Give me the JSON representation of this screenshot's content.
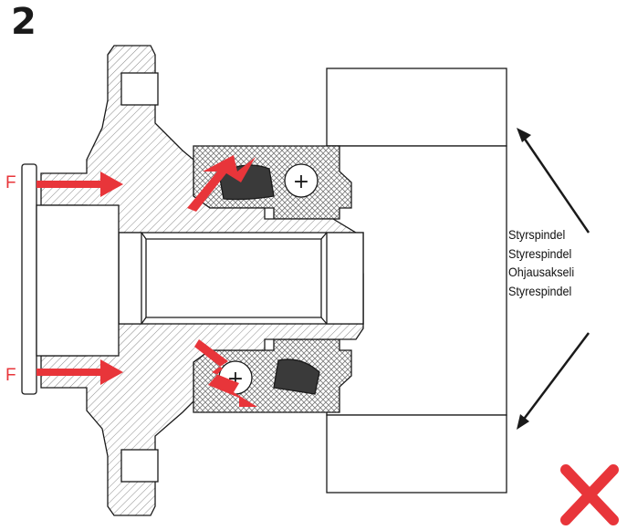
{
  "figure": {
    "step_number": "2",
    "force_label_top": "F",
    "force_label_bottom": "F",
    "part_labels": [
      "Styrspindel",
      "Styrespindel",
      "Ohjausakseli",
      "Styrespindel"
    ],
    "status": "incorrect",
    "status_icon": "red-cross-icon"
  },
  "colors": {
    "force_arrow": "#e8353a",
    "cross": "#e8353a",
    "line": "#1a1a1a",
    "ball": "#ffffff",
    "roller": "#3a3a3a"
  }
}
